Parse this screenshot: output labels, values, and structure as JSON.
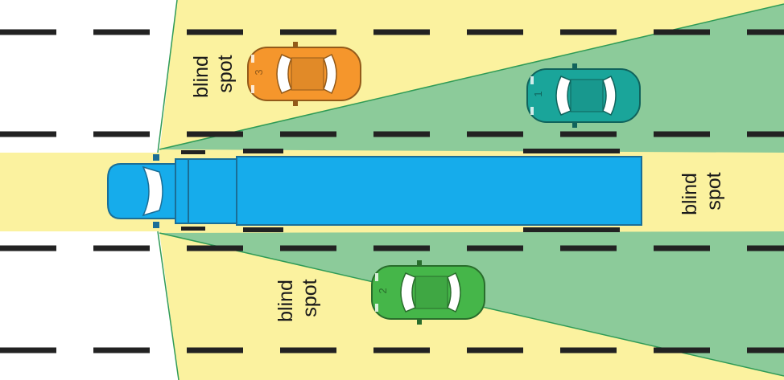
{
  "labels": {
    "blind_spot_upper": [
      "blind",
      "spot"
    ],
    "blind_spot_lower": [
      "blind",
      "spot"
    ],
    "blind_spot_rear": [
      "blind",
      "spot"
    ]
  },
  "cars": [
    {
      "id": "car-3",
      "number": "3",
      "color": "#f5962c"
    },
    {
      "id": "car-1",
      "number": "1",
      "color": "#1aa59a"
    },
    {
      "id": "car-2",
      "number": "2",
      "color": "#45b649"
    }
  ],
  "colors": {
    "blind_zone": "#fbf29f",
    "visible_zone": "#8ccb9a",
    "truck": "#16aceb",
    "truck_outline": "#1a6e97",
    "lane_marking": "#222222",
    "road": "#ffffff"
  }
}
